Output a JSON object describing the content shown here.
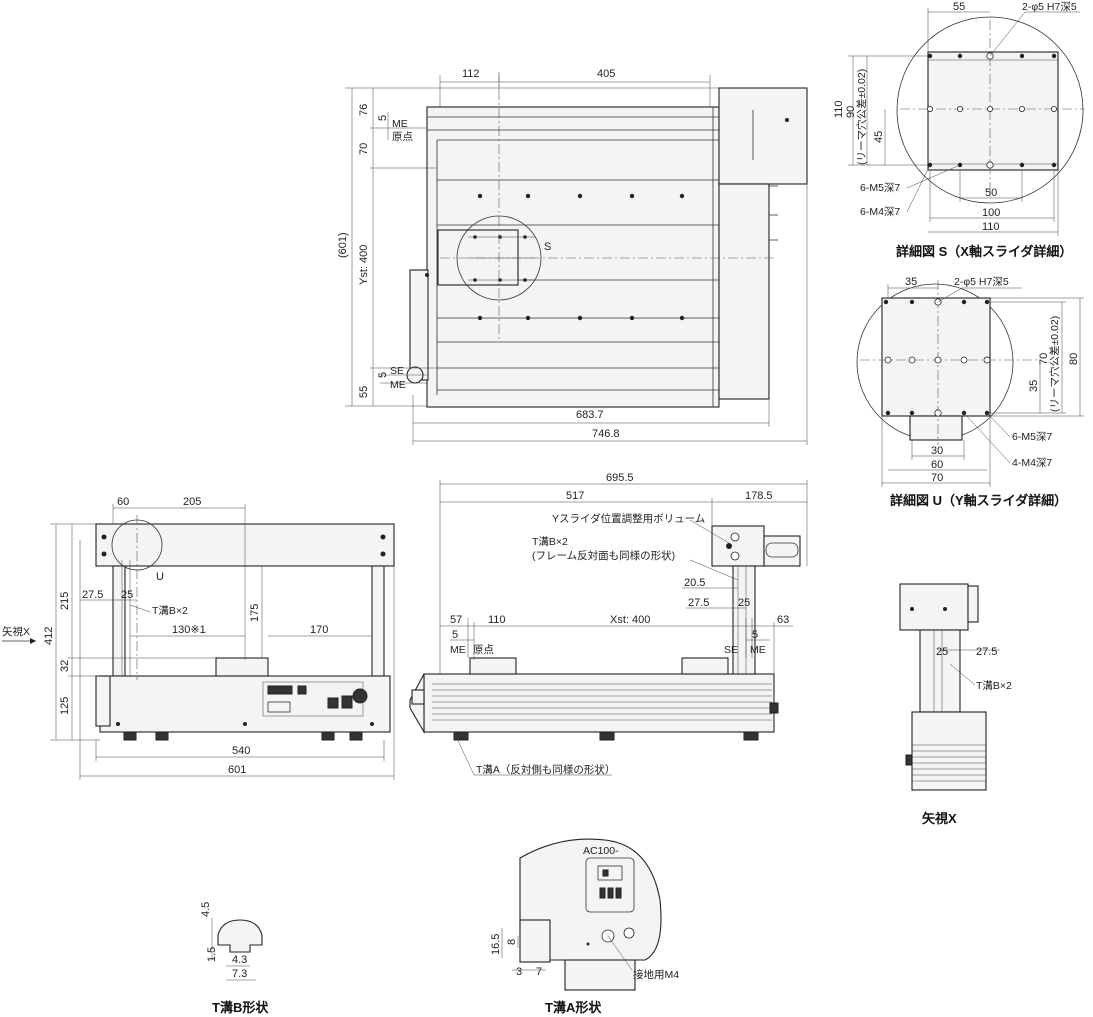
{
  "top_view": {
    "dims": {
      "d112": "112",
      "d405": "405",
      "d76": "76",
      "d5a": "5",
      "d70": "70",
      "d601p": "(601)",
      "ystroke": "Yst: 400",
      "d5b": "5",
      "d55": "55",
      "d683": "683.7",
      "d746": "746.8"
    },
    "labels": {
      "me1": "ME",
      "origin1": "原点",
      "se1": "SE",
      "me2": "ME",
      "detail_s": "S"
    }
  },
  "detail_s": {
    "dims": {
      "d55": "55",
      "hole": "2-φ5  H7深5",
      "d110v": "110",
      "d90": "90",
      "tol": "(リーマ穴公差±0.02)",
      "d45": "45",
      "d50": "50",
      "d100": "100",
      "d110h": "110"
    },
    "m5": "6-M5深7",
    "m4": "6-M4深7",
    "caption": "詳細図 S（X軸スライダ詳細）"
  },
  "detail_u": {
    "dims": {
      "d35": "35",
      "hole": "2-φ5  H7深5",
      "d70v": "70",
      "tol": "(リーマ穴公差±0.02)",
      "d80": "80",
      "d35v": "35",
      "d30": "30",
      "d60": "60",
      "d70h": "70"
    },
    "m5": "6-M5深7",
    "m4": "4-M4深7",
    "caption": "詳細図 U（Y軸スライダ詳細）"
  },
  "front_view": {
    "dims": {
      "d60": "60",
      "d205": "205",
      "d412": "412",
      "d215": "215",
      "d27": "27.5",
      "d25": "25",
      "d130": "130※1",
      "d175": "175",
      "d170": "170",
      "d32": "32",
      "d125": "125",
      "d540": "540",
      "d601": "601"
    },
    "labels": {
      "tslot": "T溝B×2",
      "u": "U",
      "view_x": "矢視X"
    }
  },
  "side_view": {
    "dims": {
      "d695": "695.5",
      "d517": "517",
      "d178": "178.5",
      "d57": "57",
      "d110": "110",
      "xstroke": "Xst: 400",
      "d63": "63",
      "d5a": "5",
      "d5b": "5",
      "d20": "20.5",
      "d27": "27.5",
      "d25": "25"
    },
    "labels": {
      "volume": "Yスライダ位置調整用ボリューム",
      "tslot_b": "T溝B×2",
      "tslot_b_note": "(フレーム反対面も同様の形状)",
      "me1": "ME",
      "origin": "原点",
      "se": "SE",
      "me2": "ME",
      "tslot_a": "T溝A（反対側も同様の形状）"
    }
  },
  "view_x": {
    "dims": {
      "d25": "25",
      "d27": "27.5"
    },
    "tslot": "T溝B×2",
    "caption": "矢視X"
  },
  "tslot_b": {
    "dims": {
      "d45": "4.5",
      "d15": "1.5",
      "d43": "4.3",
      "d73": "7.3"
    },
    "caption": "T溝B形状"
  },
  "tslot_a": {
    "dims": {
      "d165": "16.5",
      "d8": "8",
      "d3": "3",
      "d7": "7"
    },
    "ac_label": "AC100-",
    "ground": "接地用M4",
    "caption": "T溝A形状"
  }
}
